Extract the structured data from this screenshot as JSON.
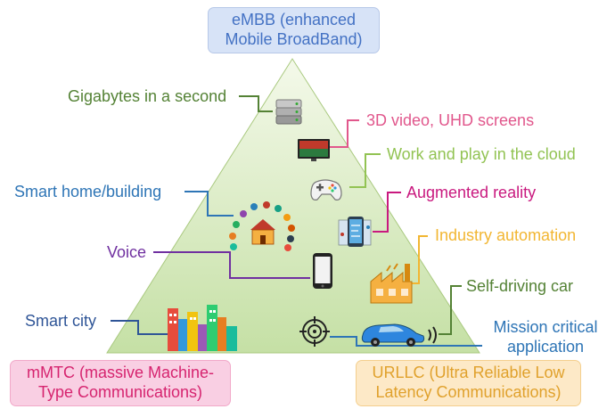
{
  "boxes": {
    "embb": {
      "line1": "eMBB (enhanced",
      "line2": "Mobile BroadBand)"
    },
    "mmtc": {
      "line1": "mMTC (massive Machine-",
      "line2": "Type Communications)"
    },
    "urllc": {
      "line1": "URLLC (Ultra Reliable Low",
      "line2": "Latency Communications)"
    }
  },
  "labels": {
    "gigabytes": "Gigabytes in a second",
    "video3d": "3D video, UHD screens",
    "work_play": "Work and play in the cloud",
    "smart_home": "Smart home/building",
    "augmented_reality": "Augmented reality",
    "industry_automation": "Industry automation",
    "voice": "Voice",
    "self_driving": "Self-driving car",
    "smart_city": "Smart city",
    "mission_line1": "Mission critical",
    "mission_line2": "application"
  },
  "colors": {
    "pyramid_fill_top": "#f4f9ea",
    "pyramid_fill_bottom": "#c5e0a5",
    "embb": "#4472c4",
    "mmtc": "#d6246f",
    "urllc": "#e0a12c"
  },
  "icons": [
    "database-icon",
    "tv-icon",
    "gamepad-icon",
    "smart-home-icon",
    "ar-phone-icon",
    "smartphone-icon",
    "factory-icon",
    "city-icon",
    "target-icon",
    "car-icon"
  ]
}
